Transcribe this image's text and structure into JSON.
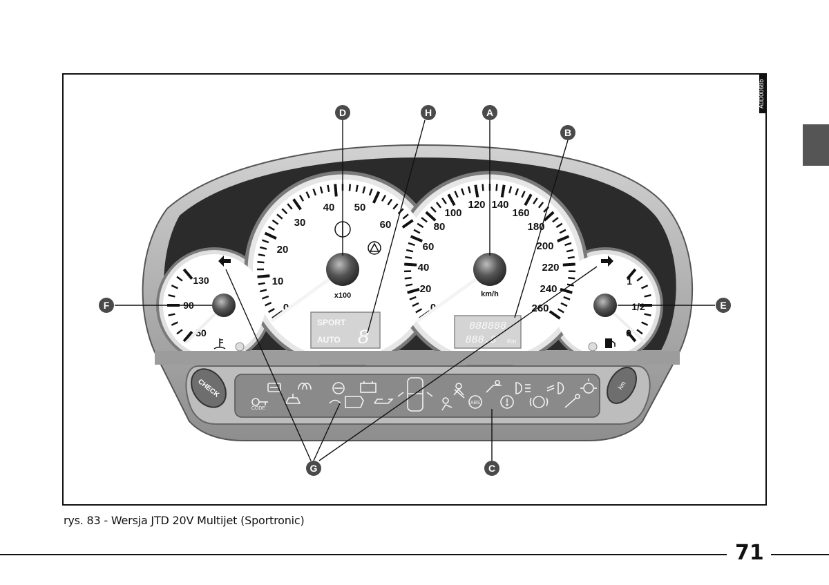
{
  "figure": {
    "image_code": "A0D0068b",
    "callouts": [
      "A",
      "B",
      "C",
      "D",
      "E",
      "F",
      "G",
      "H"
    ],
    "tachometer": {
      "scale_labels": [
        "0",
        "10",
        "20",
        "30",
        "40",
        "50",
        "60"
      ],
      "unit": "x100"
    },
    "speedometer": {
      "scale_labels": [
        "0",
        "20",
        "40",
        "60",
        "80",
        "100",
        "120",
        "140",
        "160",
        "180",
        "200",
        "220",
        "240",
        "260"
      ],
      "unit": "km/h",
      "odometer_top": "888888",
      "odometer_bottom": "888.8",
      "odometer_unit": "Km"
    },
    "temperature_gauge": {
      "scale_labels": [
        "50",
        "90",
        "130"
      ]
    },
    "fuel_gauge": {
      "scale_labels": [
        "0",
        "1/2",
        "1"
      ]
    },
    "gear_display": {
      "mode_sport": "SPORT",
      "mode_auto": "AUTO",
      "digit": "8"
    },
    "buttons": {
      "check": "CHECK",
      "km": "km"
    },
    "warning_panel": {
      "code_label": "CODE"
    },
    "colors": {
      "bezel": "#b2b2b2",
      "dial_face": "#ffffff",
      "hub": "#404040",
      "warning_strip": "#8a8a8a"
    }
  },
  "caption": "rys. 83 - Wersja JTD 20V Multijet (Sportronic)",
  "page_number": "71"
}
